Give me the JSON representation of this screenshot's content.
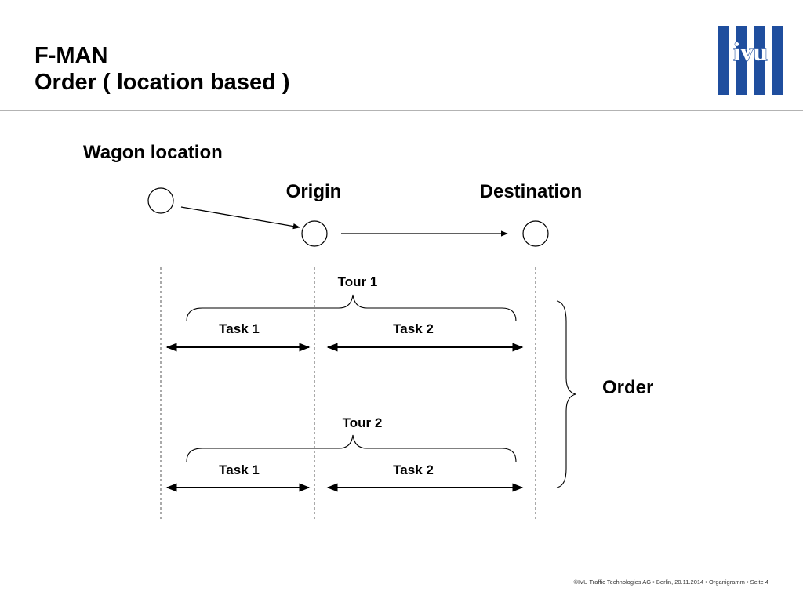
{
  "slide": {
    "title_line1": "F-MAN",
    "title_line2": "Order ( location based )"
  },
  "logo": {
    "text": "ivu",
    "color": "#1f4e9e"
  },
  "diagram": {
    "wagon_location": "Wagon location",
    "origin": "Origin",
    "destination": "Destination",
    "order": "Order",
    "tours": [
      {
        "label": "Tour 1",
        "tasks": [
          "Task 1",
          "Task 2"
        ]
      },
      {
        "label": "Tour 2",
        "tasks": [
          "Task 1",
          "Task 2"
        ]
      }
    ]
  },
  "footer": {
    "text": "©IVU Traffic Technologies AG • Berlin, 20.11.2014 • Organigramm • Seite 4"
  }
}
